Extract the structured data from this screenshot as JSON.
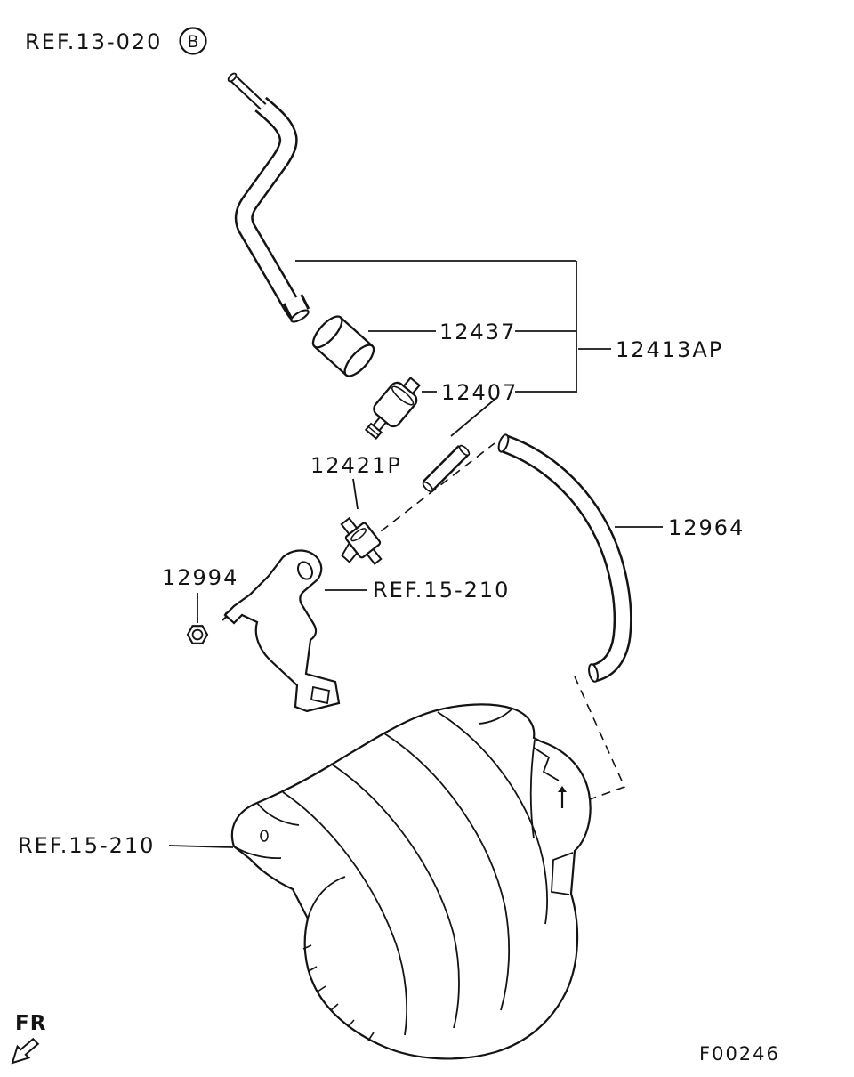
{
  "diagram": {
    "drawing_number": "F00246",
    "front_indicator": "FR",
    "callouts": {
      "ref_top": "REF.13-020",
      "ref_top_detail": "B",
      "part_12437": "12437",
      "group_12413ap": "12413AP",
      "part_12407": "12407",
      "part_12421p": "12421P",
      "part_12964": "12964",
      "part_12994": "12994",
      "ref_bracket": "REF.15-210",
      "ref_manifold": "REF.15-210"
    }
  }
}
